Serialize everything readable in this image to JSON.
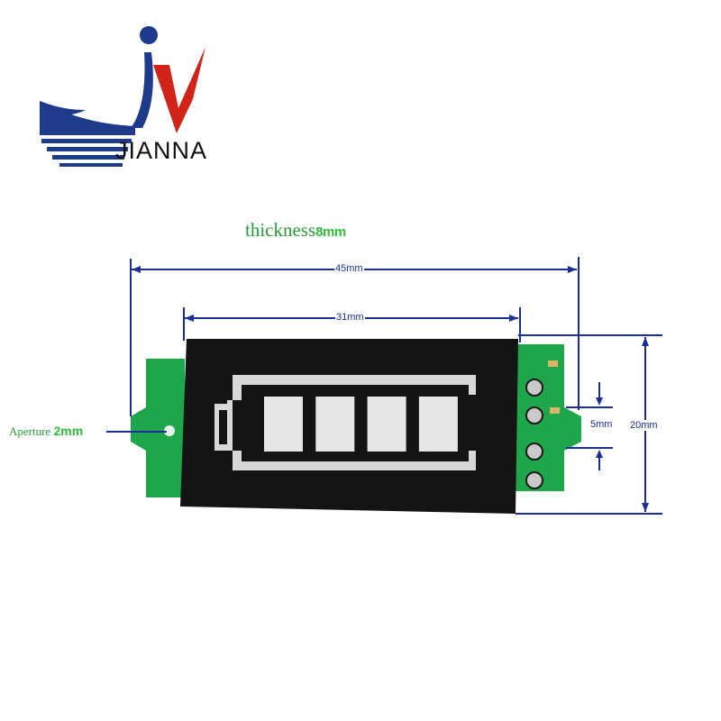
{
  "brand": {
    "name": "JIANNA",
    "colors": {
      "navy": "#1e3a8a",
      "red": "#d0241b"
    }
  },
  "labels": {
    "thickness_text": "thickness",
    "thickness_value": "8mm",
    "aperture_text": "Aperture",
    "aperture_value": "2mm"
  },
  "dimensions": {
    "overall_width": "45mm",
    "display_width": "31mm",
    "height": "20mm",
    "pad_spacing": "5mm"
  },
  "indicator": {
    "segments_lit": 4,
    "segments_total": 4
  },
  "colors": {
    "dimension_line": "#1a2f9a",
    "label_green": "#2a9a3a",
    "pcb": "#1fa64a",
    "display": "#141414"
  }
}
